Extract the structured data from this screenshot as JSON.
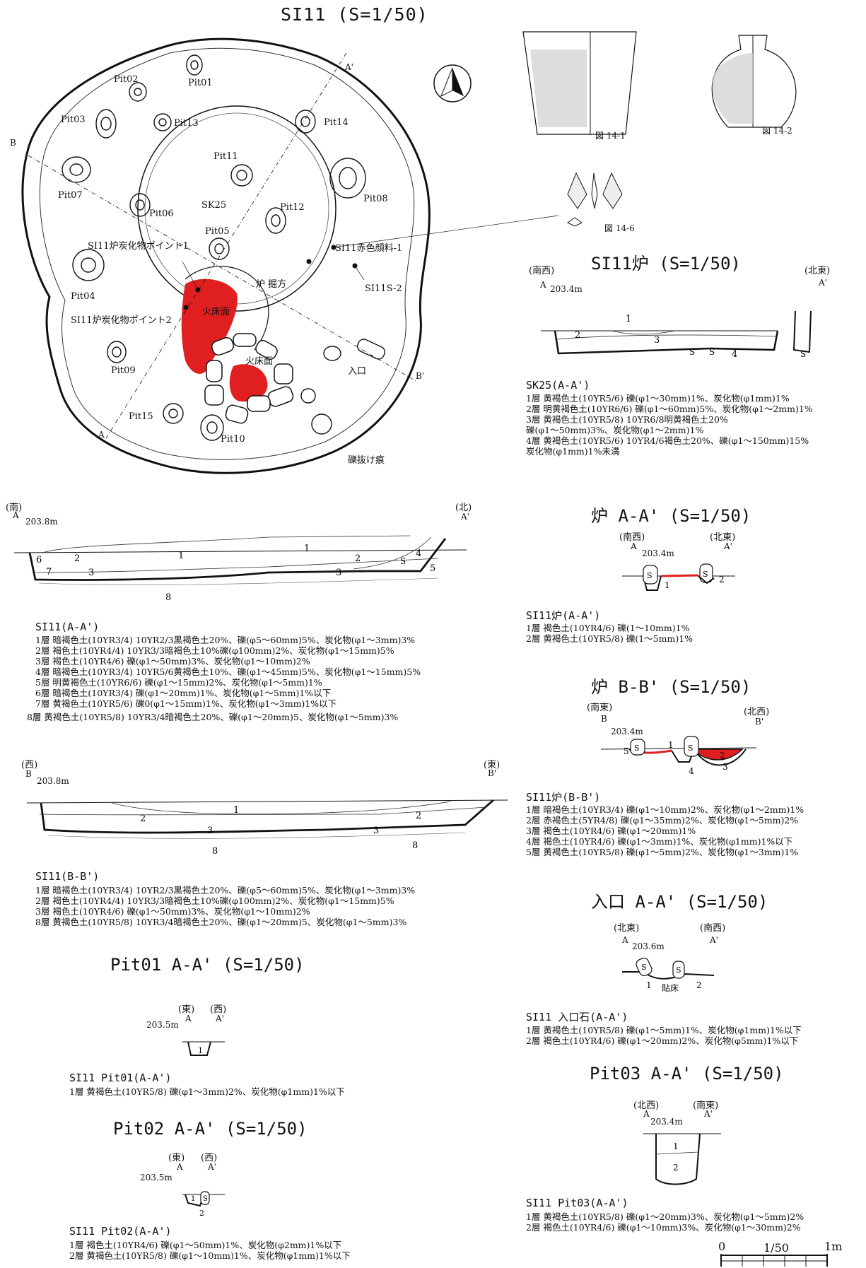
{
  "main_title": "SI11 (S=1/50)",
  "plan": {
    "pits": [
      "Pit01",
      "Pit02",
      "Pit03",
      "Pit04",
      "Pit05",
      "Pit06",
      "Pit07",
      "Pit08",
      "Pit09",
      "Pit10",
      "Pit11",
      "Pit12",
      "Pit13",
      "Pit14",
      "Pit15"
    ],
    "sk25": "SK25",
    "charcoal_point_1": "SI11炉炭化物ポイント1",
    "charcoal_point_2": "SI11炉炭化物ポイント2",
    "red_pigment": "SI11赤色顔料-1",
    "si11s2": "SI11S-2",
    "hearth_dug": "炉 掘方",
    "fire_floor_1": "火床面",
    "fire_floor_2": "火床面",
    "entrance": "入口",
    "stone_trace": "礫抜け痕",
    "marks": {
      "A": "A",
      "Ap": "A'",
      "B": "B",
      "Bp": "B'"
    }
  },
  "artifacts": {
    "fig1": "図 14-1",
    "fig2": "図 14-2",
    "fig6": "図 14-6"
  },
  "hearth_plan": {
    "title": "SI11炉 (S=1/50)",
    "left_dir": "(南西)",
    "right_dir": "(北東)",
    "a": "A",
    "ap": "A'",
    "elev": "203.4m"
  },
  "sk25_notes": {
    "title": "SK25(A-A')",
    "lines": [
      "1層 黄褐色土(10YR5/6)      礫(φ1〜30mm)1%、炭化物(φ1mm)1%",
      "2層 明黄褐色土(10YR6/6) 礫(φ1〜60mm)5%、炭化物(φ1〜2mm)1%",
      "3層 黄褐色土(10YR5/8)      10YR6/8明黄褐色土20%",
      "      礫(φ1〜50mm)3%、炭化物(φ1〜2mm)1%",
      "4層 黄褐色土(10YR5/6)      10YR4/6褐色土20%、礫(φ1〜150mm)15%",
      "      炭化物(φ1mm)1%未満"
    ]
  },
  "section_aa": {
    "left_dir": "(南)",
    "right_dir": "(北)",
    "a": "A",
    "ap": "A'",
    "elev": "203.8m",
    "layers": [
      "1",
      "1",
      "2",
      "2",
      "3",
      "3",
      "4",
      "5",
      "6",
      "7",
      "8",
      "S"
    ]
  },
  "si11_aa_notes": {
    "title": "SI11(A-A')",
    "lines": [
      "1層 暗褐色土(10YR3/4)      10YR2/3黒褐色土20%、礫(φ5〜60mm)5%、炭化物(φ1〜3mm)3%",
      "2層 褐色土(10YR4/4)         10YR3/3暗褐色土10%礫(φ100mm)2%、炭化物(φ1〜15mm)5%",
      "3層 褐色土(10YR4/6)         礫(φ1〜50mm)3%、炭化物(φ1〜10mm)2%",
      "4層 暗褐色土(10YR3/4)      10YR5/6黄褐色土10%、礫(φ1〜45mm)5%、炭化物(φ1〜15mm)5%",
      "5層 明黄褐色土(10YR6/6) 礫(φ1〜15mm)2%、炭化物(φ1〜5mm)1%",
      "6層 暗褐色土(10YR3/4)      礫(φ1〜20mm)1%、炭化物(φ1〜5mm)1%以下",
      "7層 黄褐色土(10YR5/6)      礫0(φ1〜15mm)1%、炭化物(φ1〜3mm)1%以下",
      "8層 黄褐色土(10YR5/8)      10YR3/4暗褐色土20%、礫(φ1〜20mm)5、炭化物(φ1〜5mm)3%"
    ]
  },
  "section_bb": {
    "left_dir": "(西)",
    "right_dir": "(東)",
    "b": "B",
    "bp": "B'",
    "elev": "203.8m",
    "layers": [
      "1",
      "2",
      "2",
      "3",
      "3",
      "8",
      "8"
    ]
  },
  "si11_bb_notes": {
    "title": "SI11(B-B')",
    "lines": [
      "1層 暗褐色土(10YR3/4)  10YR2/3黒褐色土20%、礫(φ5〜60mm)5%、炭化物(φ1〜3mm)3%",
      "2層 褐色土(10YR4/4)     10YR3/3暗褐色土10%礫(φ100mm)2%、炭化物(φ1〜15mm)5%",
      "3層 褐色土(10YR4/6)     礫(φ1〜50mm)3%、炭化物(φ1〜10mm)2%",
      "8層 黄褐色土(10YR5/8)  10YR3/4暗褐色土20%、礫(φ1〜20mm)5、炭化物(φ1〜5mm)3%"
    ]
  },
  "hearth_aa": {
    "title": "炉 A-A' (S=1/50)",
    "left_dir": "(南西)",
    "right_dir": "(北東)",
    "a": "A",
    "ap": "A'",
    "elev": "203.4m",
    "notes_title": "SI11炉(A-A')",
    "notes": [
      "1層 褐色土(10YR4/6)      礫(1〜10mm)1%",
      "2層 黄褐色土(10YR5/8)  礫(1〜5mm)1%"
    ]
  },
  "hearth_bb": {
    "title": "炉 B-B' (S=1/50)",
    "left_dir": "(南東)",
    "right_dir": "(北西)",
    "b": "B",
    "bp": "B'",
    "elev": "203.4m",
    "notes_title": "SI11炉(B-B')",
    "notes": [
      "1層 暗褐色土(10YR3/4)  礫(φ1〜10mm)2%、炭化物(φ1〜2mm)1%",
      "2層 赤褐色土(5YR4/8)    礫(φ1〜35mm)2%、炭化物(φ1〜5mm)2%",
      "3層 褐色土(10YR4/6)     礫(φ1〜20mm)1%",
      "4層 褐色土(10YR4/6)     礫(φ1〜3mm)1%、炭化物(φ1mm)1%以下",
      "5層 黄褐色土(10YR5/8)  礫(φ1〜5mm)2%、炭化物(φ1〜3mm)1%"
    ]
  },
  "entrance_aa": {
    "title": "入口 A-A' (S=1/50)",
    "left_dir": "(北東)",
    "right_dir": "(南西)",
    "a": "A",
    "ap": "A'",
    "elev": "203.6m",
    "floor": "貼床",
    "notes_title": "SI11 入口石(A-A')",
    "notes": [
      "1層 黄褐色土(10YR5/8)    礫(φ1〜5mm)1%、炭化物(φ1mm)1%以下",
      "2層 褐色土(10YR4/6)       礫(φ1〜20mm)2%、炭化物(φ5mm)1%以下"
    ]
  },
  "pit01": {
    "title": "Pit01 A-A' (S=1/50)",
    "left_dir": "(東)",
    "right_dir": "(西)",
    "a": "A",
    "ap": "A'",
    "elev": "203.5m",
    "notes_title": "SI11 Pit01(A-A')",
    "notes": [
      "1層 黄褐色土(10YR5/8) 礫(φ1〜3mm)2%、炭化物(φ1mm)1%以下"
    ]
  },
  "pit02": {
    "title": "Pit02 A-A' (S=1/50)",
    "left_dir": "(東)",
    "right_dir": "(西)",
    "a": "A",
    "ap": "A'",
    "elev": "203.5m",
    "notes_title": "SI11 Pit02(A-A')",
    "notes": [
      "1層 褐色土(10YR4/6)      礫(φ1〜50mm)1%、炭化物(φ2mm)1%以下",
      "2層 黄褐色土(10YR5/8)  礫(φ1〜10mm)1%、炭化物(φ1mm)1%以下"
    ]
  },
  "pit03": {
    "title": "Pit03 A-A' (S=1/50)",
    "left_dir": "(北西)",
    "right_dir": "(南東)",
    "a": "A",
    "ap": "A'",
    "elev": "203.4m",
    "notes_title": "SI11 Pit03(A-A')",
    "notes": [
      "1層 黄褐色土(10YR5/8)    礫(φ1〜20mm)3%、炭化物(φ1〜5mm)2%",
      "2層 褐色土(10YR4/6)       礫(φ1〜10mm)3%、炭化物(φ1〜30mm)2%"
    ]
  },
  "scale": {
    "zero": "0",
    "ratio": "1/50",
    "one": "1m"
  },
  "colors": {
    "fire": "#e02020",
    "line": "#111111"
  }
}
